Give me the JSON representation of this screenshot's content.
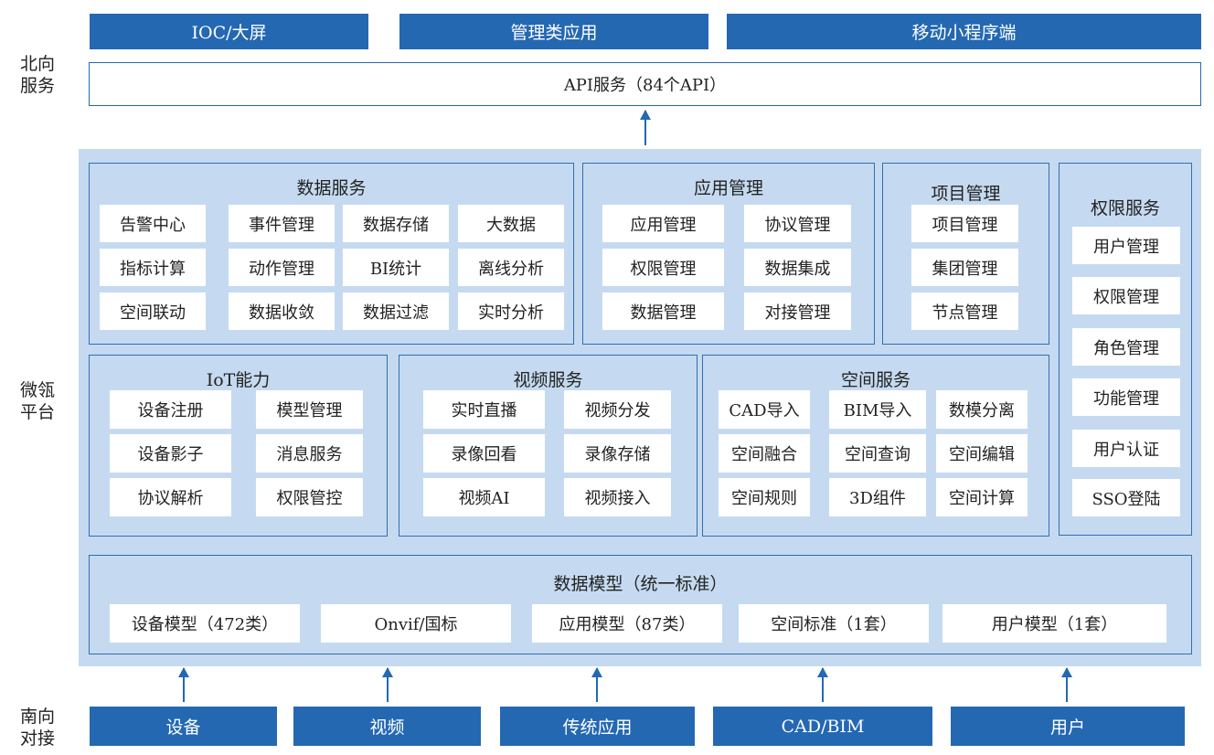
{
  "north": {
    "label_line1": "北向",
    "label_line2": "服务",
    "apps": [
      "IOC/大屏",
      "管理类应用",
      "移动小程序端"
    ],
    "api": "API服务（84个API）"
  },
  "platform": {
    "label_line1": "微瓴",
    "label_line2": "平台",
    "data_service": {
      "title": "数据服务",
      "items": [
        "告警中心",
        "事件管理",
        "数据存储",
        "大数据",
        "指标计算",
        "动作管理",
        "BI统计",
        "离线分析",
        "空间联动",
        "数据收敛",
        "数据过滤",
        "实时分析"
      ]
    },
    "app_mgmt": {
      "title": "应用管理",
      "items": [
        "应用管理",
        "协议管理",
        "权限管理",
        "数据集成",
        "数据管理",
        "对接管理"
      ]
    },
    "project_mgmt": {
      "title": "项目管理",
      "items": [
        "项目管理",
        "集团管理",
        "节点管理"
      ]
    },
    "auth_service": {
      "title": "权限服务",
      "items": [
        "用户管理",
        "权限管理",
        "角色管理",
        "功能管理",
        "用户认证",
        "SSO登陆"
      ]
    },
    "iot": {
      "title": "IoT能力",
      "items": [
        "设备注册",
        "模型管理",
        "设备影子",
        "消息服务",
        "协议解析",
        "权限管控"
      ]
    },
    "video": {
      "title": "视频服务",
      "items": [
        "实时直播",
        "视频分发",
        "录像回看",
        "录像存储",
        "视频AI",
        "视频接入"
      ]
    },
    "spatial": {
      "title": "空间服务",
      "items": [
        "CAD导入",
        "BIM导入",
        "数模分离",
        "空间融合",
        "空间查询",
        "空间编辑",
        "空间规则",
        "3D组件",
        "空间计算"
      ]
    },
    "data_model": {
      "title": "数据模型（统一标准）",
      "items": [
        "设备模型（472类）",
        "Onvif/国标",
        "应用模型（87类）",
        "空间标准（1套）",
        "用户模型（1套）"
      ]
    }
  },
  "south": {
    "label_line1": "南向",
    "label_line2": "对接",
    "sources": [
      "设备",
      "视频",
      "传统应用",
      "CAD/BIM",
      "用户"
    ]
  },
  "colors": {
    "primary": "#2468b2",
    "platform_bg": "#c5daf0",
    "panel_border": "#2f6fb3"
  }
}
